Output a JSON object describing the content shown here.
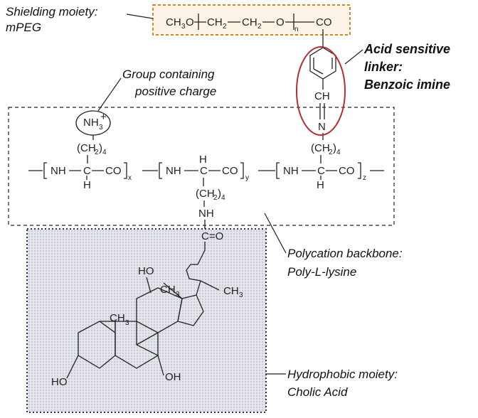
{
  "labels": {
    "shielding_1": "Shielding moiety:",
    "shielding_2": "mPEG",
    "acid_1": "Acid sensitive",
    "acid_2": "linker:",
    "acid_3": "Benzoic imine",
    "group_1": "Group containing",
    "group_2": "positive charge",
    "poly_1": "Polycation backbone:",
    "poly_2": "Poly-L-lysine",
    "hydro_1": "Hydrophobic moiety:",
    "hydro_2": "Cholic Acid"
  },
  "atoms": {
    "ch3o": "CH",
    "ch3o_sub": "3",
    "ch3o_o": "O",
    "peg_ch2a": "CH",
    "peg_ch2b": "CH",
    "sub2": "2",
    "peg_o": "O",
    "peg_n": "n",
    "peg_co": "CO",
    "imine_ch": "CH",
    "imine_n": "N",
    "nh3": "NH",
    "nh3_sub": "3",
    "nh3_plus": "+",
    "ch2_4_a": "(CH",
    "ch2_4_b": ")",
    "four": "4",
    "nh": "NH",
    "h": "H",
    "c": "C",
    "co": "CO",
    "x": "x",
    "y": "y",
    "z": "z",
    "amide_nh": "NH",
    "amide_co": "C=O",
    "ho_top": "HO",
    "ch3_ring": "CH",
    "ch3_side": "CH",
    "ch3_ring2": "CH",
    "ho_left": "HO",
    "oh_right": "OH"
  },
  "colors": {
    "mpeg_border": "#d4862a",
    "linker_ellipse": "#b33030",
    "cholic_box_fill": "#dde0e6",
    "cholic_box_border": "#2a2f55"
  }
}
